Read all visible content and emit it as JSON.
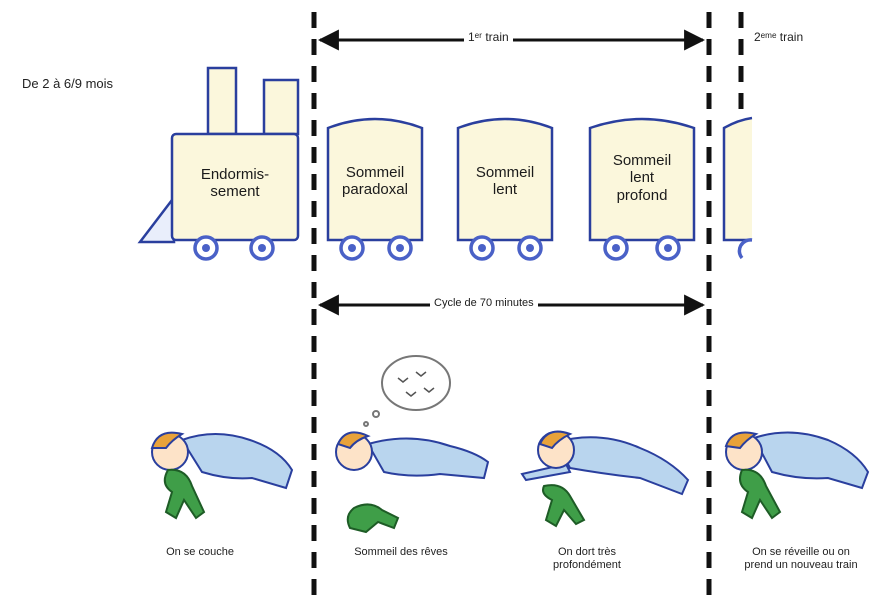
{
  "header": {
    "age_range": "De 2 à 6/9 mois",
    "first_train": "1ᵉʳ train",
    "second_train": "2ᵉᵐᵉ train",
    "cycle": "Cycle de 70 minutes"
  },
  "wagons": [
    "Endormis-\nsement",
    "Sommeil\nparadoxal",
    "Sommeil\nlent",
    "Sommeil\nlent\nprofond"
  ],
  "captions": [
    "On se couche",
    "Sommeil des rêves",
    "On dort très\nprofondément",
    "On se réveille ou on\nprend un nouveau train"
  ],
  "colors": {
    "outline": "#2a3f9e",
    "wagon_fill": "#fbf7dc",
    "wheel": "#4a61c7",
    "pajamas": "#b9d5ee",
    "hair": "#e8a23a",
    "frog": "#3f9e48"
  }
}
